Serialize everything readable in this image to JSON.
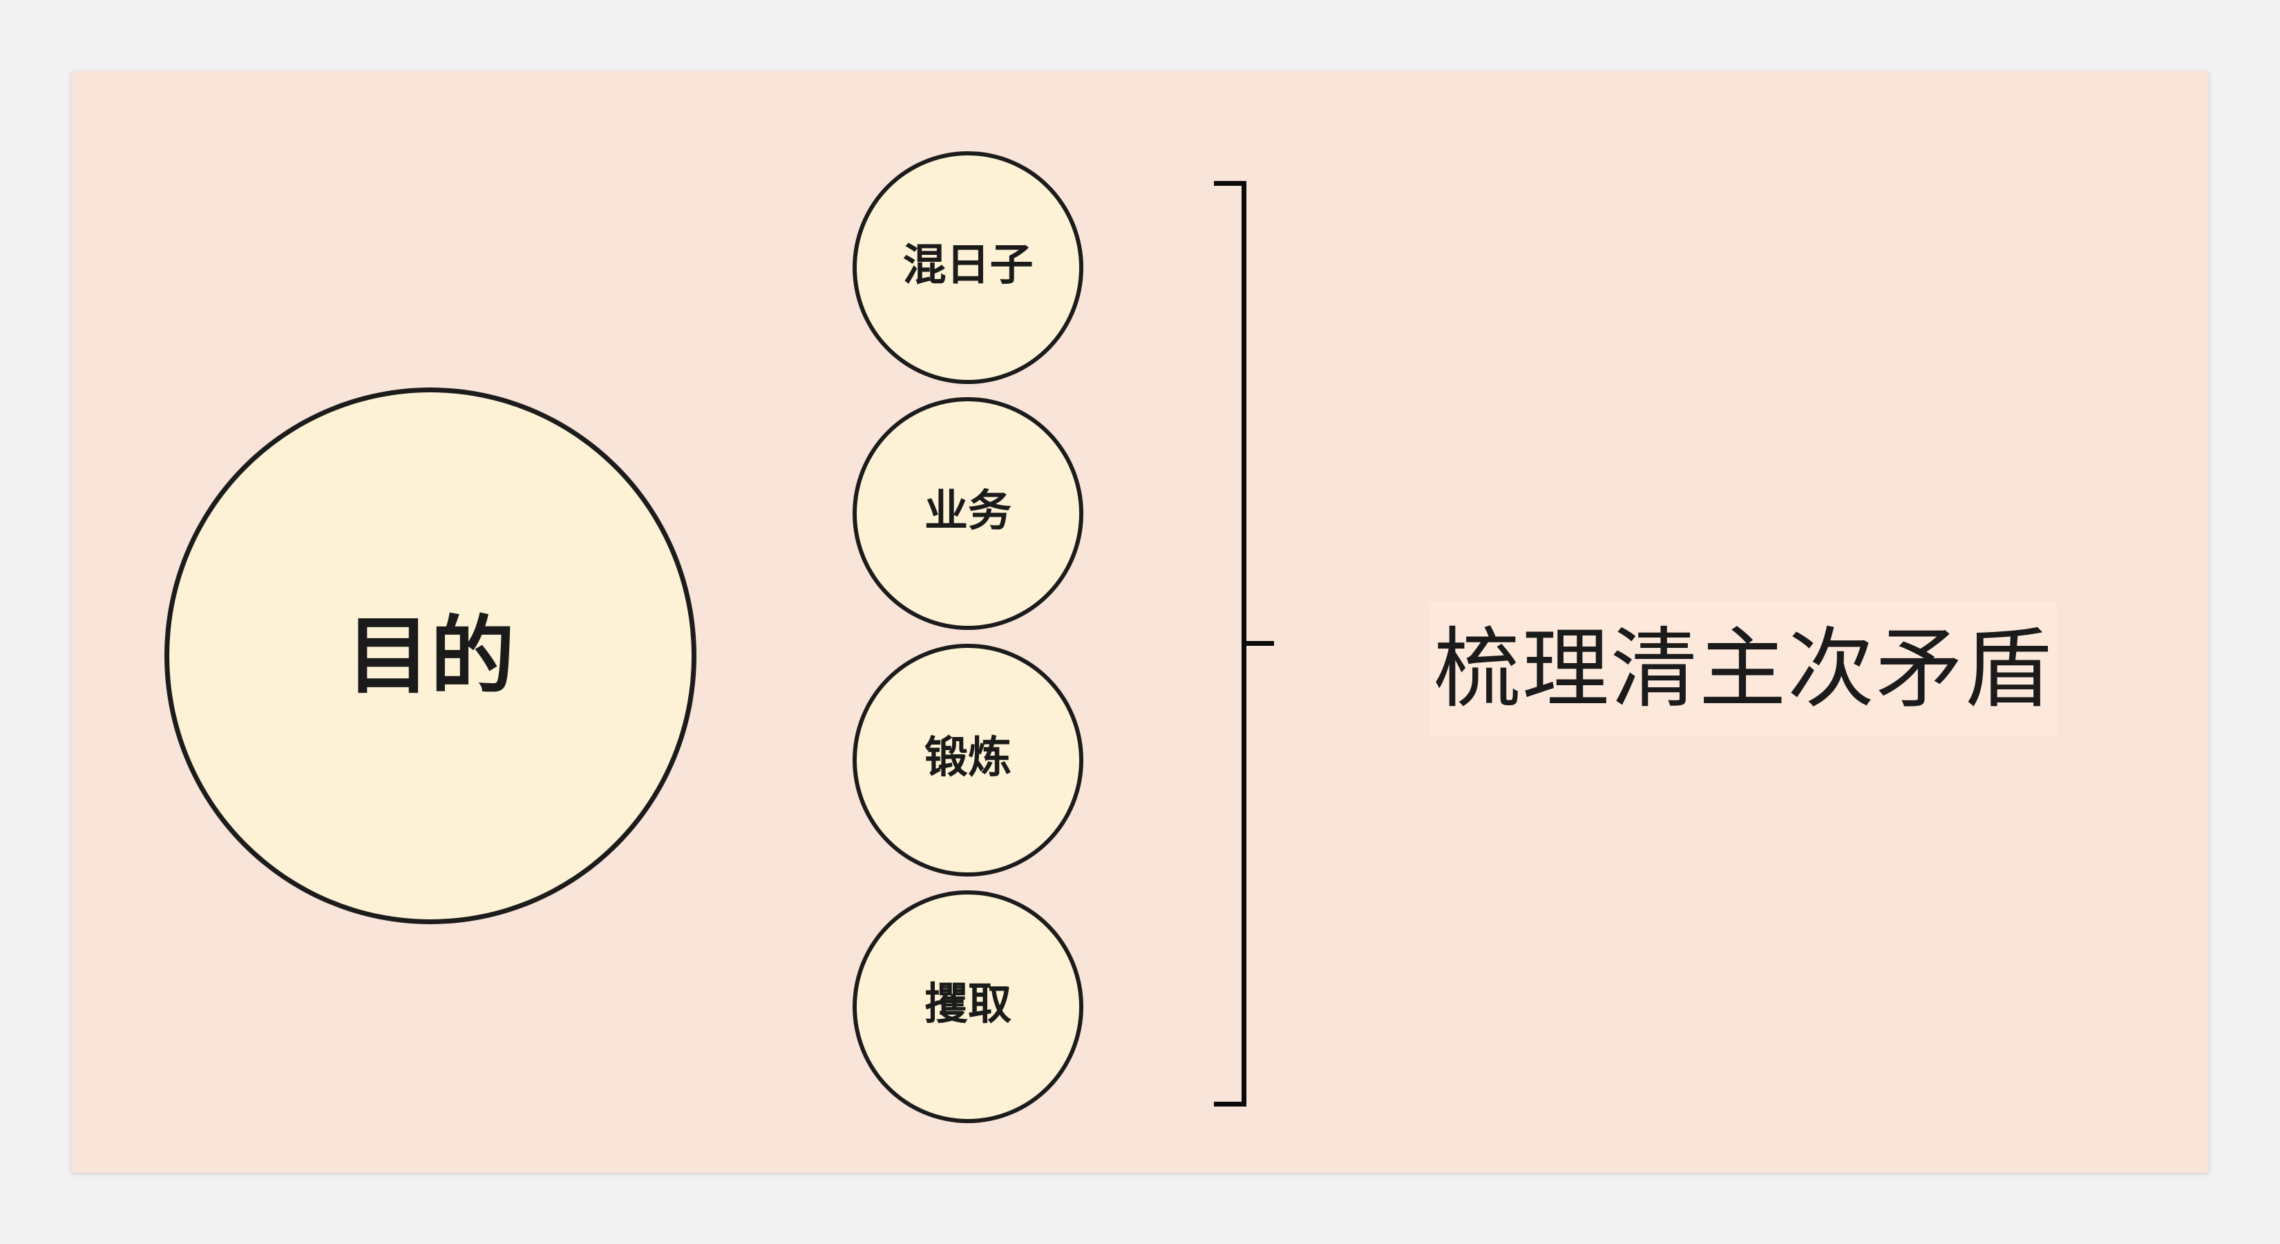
{
  "diagram": {
    "main_circle": {
      "label": "目的"
    },
    "sub_circles": [
      {
        "label": "混日子"
      },
      {
        "label": "业务"
      },
      {
        "label": "锻炼"
      },
      {
        "label": "攫取"
      }
    ],
    "result": {
      "label": "梳理清主次矛盾"
    }
  },
  "colors": {
    "page_background": "#f2f2f2",
    "panel_background": "#f9e4da",
    "circle_fill": "#fdf2d5",
    "circle_stroke": "#1c1c1c",
    "result_box_background": "#fde9dc",
    "text": "#1b1b1b"
  }
}
